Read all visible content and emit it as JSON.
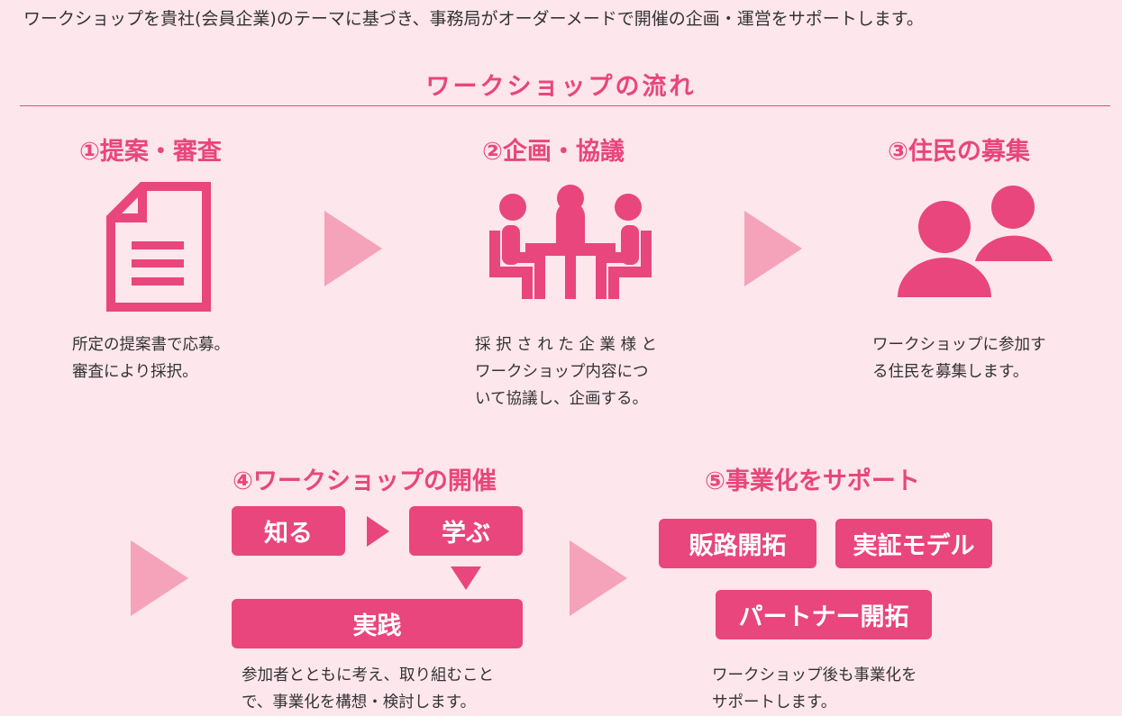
{
  "intro": "ワークショップを貴社(会員企業)のテーマに基づき、事務局がオーダーメードで開催の企画・運営をサポートします。",
  "flow_title": "ワークショップの流れ",
  "steps": [
    {
      "title": "①提案・審査",
      "icon": "document-icon",
      "desc": [
        "所定の提案書で応募。",
        "審査により採択。"
      ]
    },
    {
      "title": "②企画・協議",
      "icon": "meeting-icon",
      "desc": [
        "採 択 さ れ た 企 業 様 と",
        "ワークショップ内容につ",
        "いて協議し、企画する。"
      ]
    },
    {
      "title": "③住民の募集",
      "icon": "people-icon",
      "desc": [
        "ワークショップに参加す",
        "る住民を募集します。"
      ]
    },
    {
      "title": "④ワークショップの開催",
      "boxes": [
        "知る",
        "学ぶ",
        "実践"
      ],
      "desc": [
        "参加者とともに考え、取り組むこと",
        "で、事業化を構想・検討します。"
      ]
    },
    {
      "title": "⑤事業化をサポート",
      "boxes": [
        "販路開拓",
        "実証モデル",
        "パートナー開拓"
      ],
      "desc": [
        "ワークショップ後も事業化を",
        "サポートします。"
      ]
    }
  ],
  "colors": {
    "accent": "#e8467c",
    "arrow": "#f4a3ba",
    "background": "#fde6ec"
  }
}
